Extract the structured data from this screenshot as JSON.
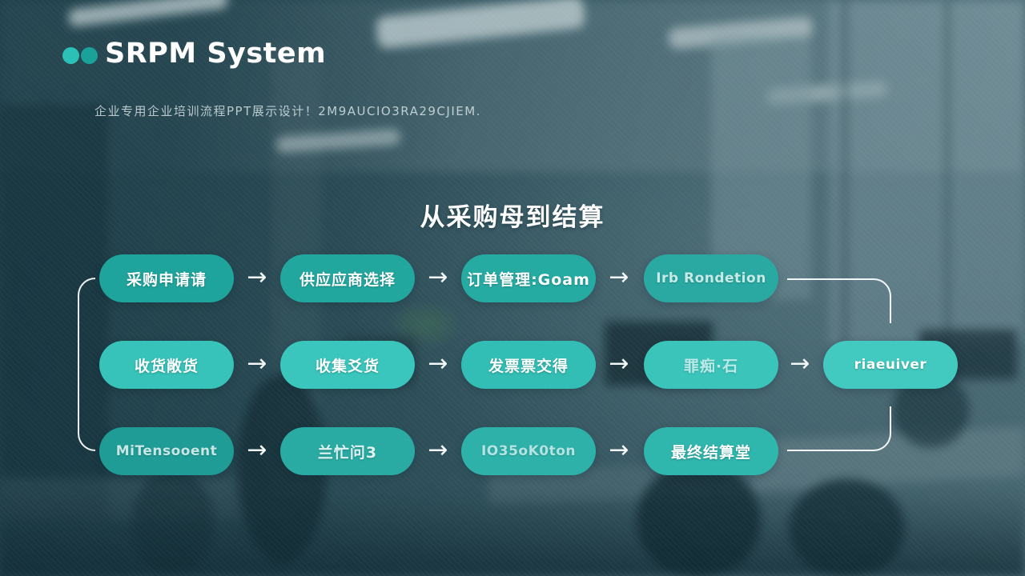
{
  "slide": {
    "title": "SRPM System",
    "subtitle": "企业专用企业培训流程PPT展示设计！2M9AUCIO3RA29CJIEM.",
    "section_heading": "从采购母到结算",
    "accent_color": "#2bb8ae",
    "pill_color_bright": "#3cc6bc",
    "pill_color_dark": "#1f9e96",
    "background_tint": "#1a404a"
  },
  "icons": {
    "arrow_right": "→"
  },
  "flow": {
    "rows": [
      {
        "steps": [
          "采购申请请",
          "供应应商选择",
          "订单管理:Goam",
          "Irb Rondetion"
        ]
      },
      {
        "steps": [
          "收货敞货",
          "收集爻货",
          "发票票交得",
          "罪痴·石",
          "riaeuiver"
        ]
      },
      {
        "steps": [
          "MiTensooent",
          "兰忙问3",
          "IO35oK0ton",
          "最终结算堂"
        ]
      }
    ]
  }
}
